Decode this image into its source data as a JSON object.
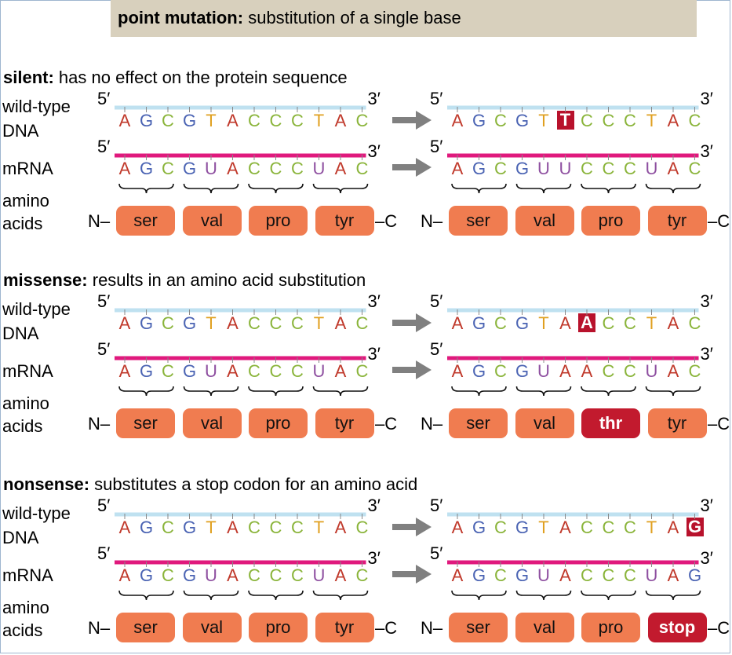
{
  "header": {
    "term": "point mutation:",
    "description": "substitution of a single base"
  },
  "row_labels": {
    "dna": [
      "wild-type",
      "DNA"
    ],
    "mrna": "mRNA",
    "amino": [
      "amino",
      "acids"
    ]
  },
  "primes": {
    "five": "5′",
    "three": "3′"
  },
  "terminals": {
    "n": "N–",
    "c": "–C"
  },
  "base_colors": {
    "A": "#c0392b",
    "G": "#4a63b3",
    "C": "#8ab43a",
    "T": "#e0a020",
    "U": "#8e4fa0"
  },
  "strand_colors": {
    "dna": "#bfe1f0",
    "mrna": "#e0197d"
  },
  "sections": [
    {
      "title": "silent:",
      "description": "has no effect on the protein sequence",
      "wt_dna": "AGCGTACCCTAC",
      "wt_mrna": "AGCGUACCCUAC",
      "wt_aa": [
        "ser",
        "val",
        "pro",
        "tyr"
      ],
      "mut_dna": "AGCGTTCCCTAC",
      "mut_mrna": "AGCGUUCCCUAC",
      "mut_aa": [
        "ser",
        "val",
        "pro",
        "tyr"
      ],
      "mut_dna_highlight": 5,
      "mut_aa_highlight": -1
    },
    {
      "title": "missense:",
      "description": "results in an amino acid substitution",
      "wt_dna": "AGCGTACCCTAC",
      "wt_mrna": "AGCGUACCCUAC",
      "wt_aa": [
        "ser",
        "val",
        "pro",
        "tyr"
      ],
      "mut_dna": "AGCGTAACCTAC",
      "mut_mrna": "AGCGUAACCUAC",
      "mut_aa": [
        "ser",
        "val",
        "thr",
        "tyr"
      ],
      "mut_dna_highlight": 6,
      "mut_aa_highlight": 2
    },
    {
      "title": "nonsense:",
      "description": "substitutes a stop codon for an amino acid",
      "wt_dna": "AGCGTACCCTAC",
      "wt_mrna": "AGCGUACCCUAC",
      "wt_aa": [
        "ser",
        "val",
        "pro",
        "tyr"
      ],
      "mut_dna": "AGCGTACCCTAG",
      "mut_mrna": "AGCGUACCCUAG",
      "mut_aa": [
        "ser",
        "val",
        "pro",
        "stop"
      ],
      "mut_dna_highlight": 11,
      "mut_aa_highlight": 3
    }
  ]
}
